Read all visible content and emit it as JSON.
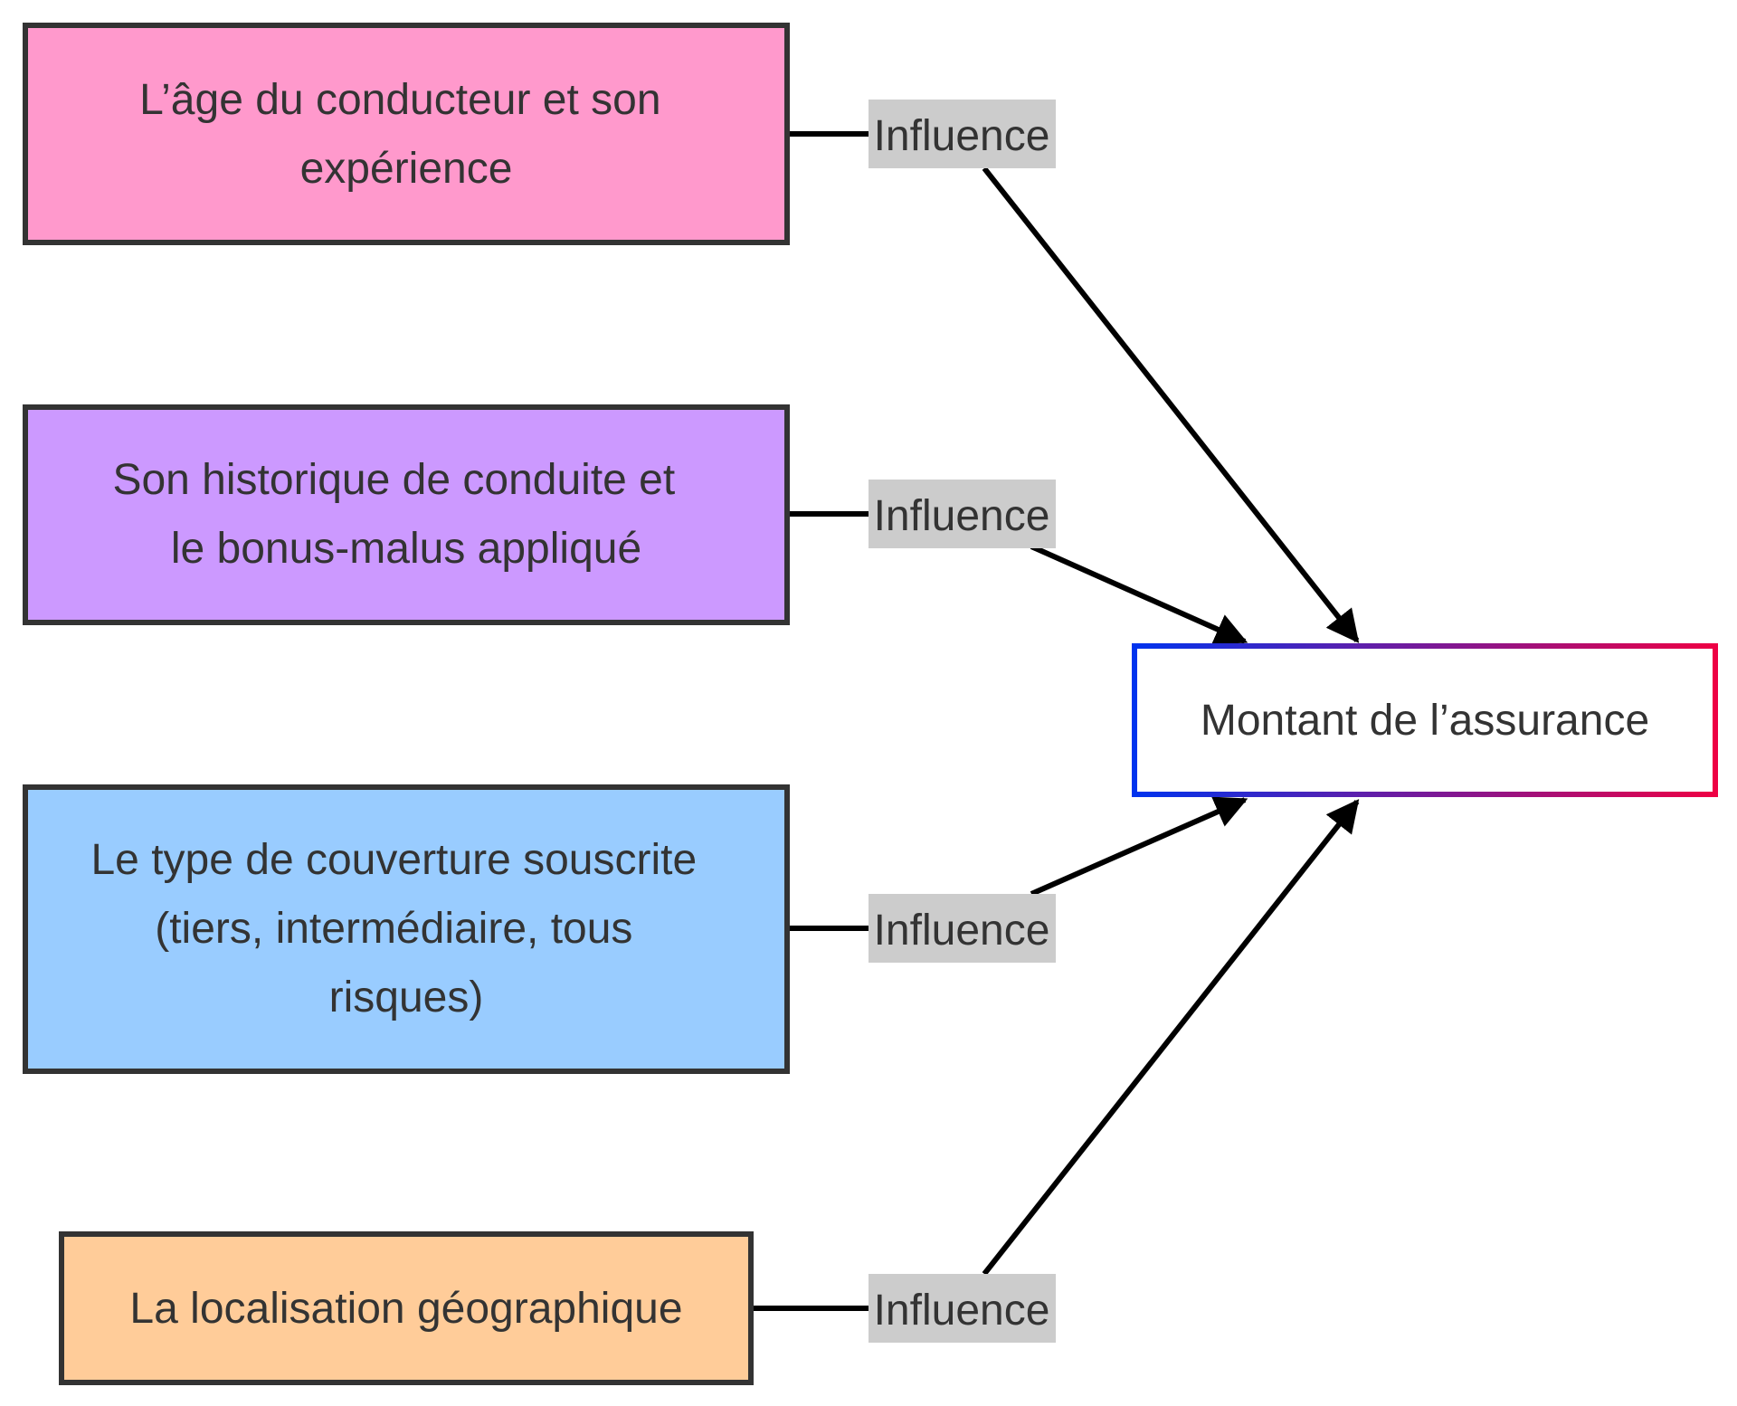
{
  "nodes": {
    "age": {
      "lines": [
        "L’âge du conducteur et son",
        "expérience"
      ],
      "fill": "#ff99cc"
    },
    "history": {
      "lines": [
        "Son historique de conduite et",
        "le bonus-malus appliqué"
      ],
      "fill": "#cc99ff"
    },
    "coverage": {
      "lines": [
        "Le type de couverture souscrite",
        "(tiers, intermédiaire, tous",
        "risques)"
      ],
      "fill": "#99ccff"
    },
    "location": {
      "lines": [
        "La localisation géographique"
      ],
      "fill": "#ffcc99"
    },
    "target": {
      "lines": [
        "Montant de l’assurance"
      ],
      "fill": "#ffffff",
      "border_gradient": [
        "#0033ee",
        "#ee0044"
      ]
    }
  },
  "edges": [
    {
      "from": "age",
      "to": "target",
      "label": "Influence"
    },
    {
      "from": "history",
      "to": "target",
      "label": "Influence"
    },
    {
      "from": "coverage",
      "to": "target",
      "label": "Influence"
    },
    {
      "from": "location",
      "to": "target",
      "label": "Influence"
    }
  ],
  "colors": {
    "node_border": "#333333",
    "edge": "#000000",
    "edge_label_bg": "#cccccc",
    "text": "#333333"
  }
}
